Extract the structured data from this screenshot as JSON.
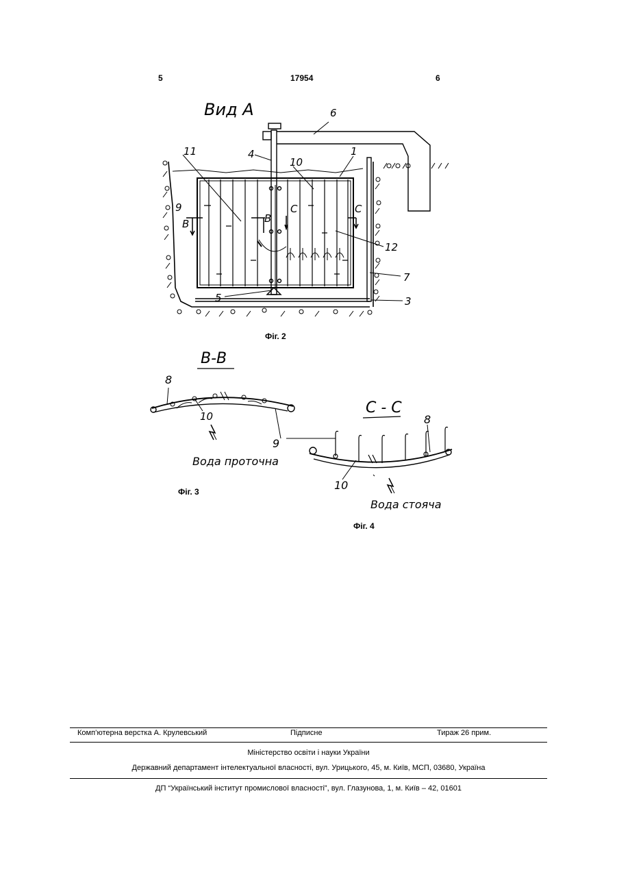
{
  "header": {
    "page_left": "5",
    "patent_number": "17954",
    "page_right": "6"
  },
  "figure2": {
    "view_label": "Вид А",
    "caption": "Фіг. 2",
    "labels": {
      "n1": "1",
      "n3": "3",
      "n4": "4",
      "n5": "5",
      "n6": "6",
      "n7": "7",
      "n9": "9",
      "n10": "10",
      "n11": "11",
      "n12": "12",
      "sec_b": "В",
      "sec_c": "С"
    }
  },
  "figure3": {
    "section": "В-В",
    "caption": "Фіг. 3",
    "water": "Вода проточна",
    "labels": {
      "n8": "8",
      "n9": "9",
      "n10": "10"
    }
  },
  "figure4": {
    "section": "С - С",
    "caption": "Фіг. 4",
    "water": "Вода стояча",
    "labels": {
      "n8": "8",
      "n10": "10"
    }
  },
  "footer": {
    "typesetting": "Комп’ютерна верстка А. Крулевський",
    "subscription": "Підписне",
    "circulation": "Тираж 26 прим.",
    "ministry": "Міністерство освіти і науки України",
    "department": "Державний департамент інтелектуальної власності, вул. Урицького, 45, м. Київ, МСП, 03680, Україна",
    "institute": "ДП “Український інститут промислової власності”, вул. Глазунова, 1, м. Київ – 42, 01601"
  }
}
